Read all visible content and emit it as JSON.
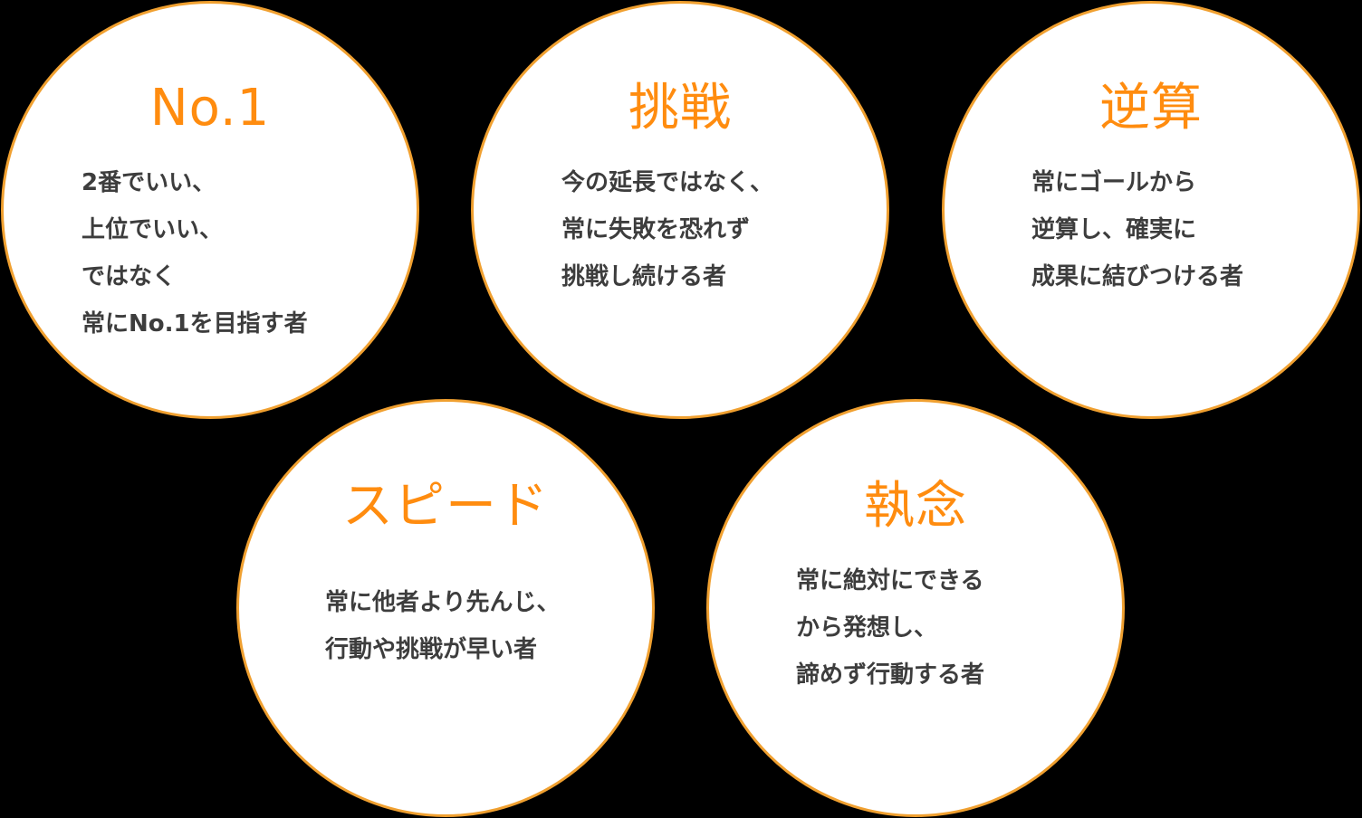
{
  "colors": {
    "background": "#000000",
    "circle_fill": "#ffffff",
    "circle_border": "#f0a030",
    "title": "#ff8c0f",
    "body_text": "#3d3d3d"
  },
  "values": [
    {
      "title": "No.1",
      "lines": [
        "2番でいい、",
        "上位でいい、",
        "ではなく",
        "常にNo.1を目指す者"
      ]
    },
    {
      "title": "挑戦",
      "lines": [
        "今の延長ではなく、",
        "常に失敗を恐れず",
        "挑戦し続ける者"
      ]
    },
    {
      "title": "逆算",
      "lines": [
        "常にゴールから",
        "逆算し、確実に",
        "成果に結びつける者"
      ]
    },
    {
      "title": "スピード",
      "lines": [
        "常に他者より先んじ、",
        "行動や挑戦が早い者"
      ]
    },
    {
      "title": "執念",
      "lines": [
        "常に絶対にできる",
        "から発想し、",
        "諦めず行動する者"
      ]
    }
  ]
}
